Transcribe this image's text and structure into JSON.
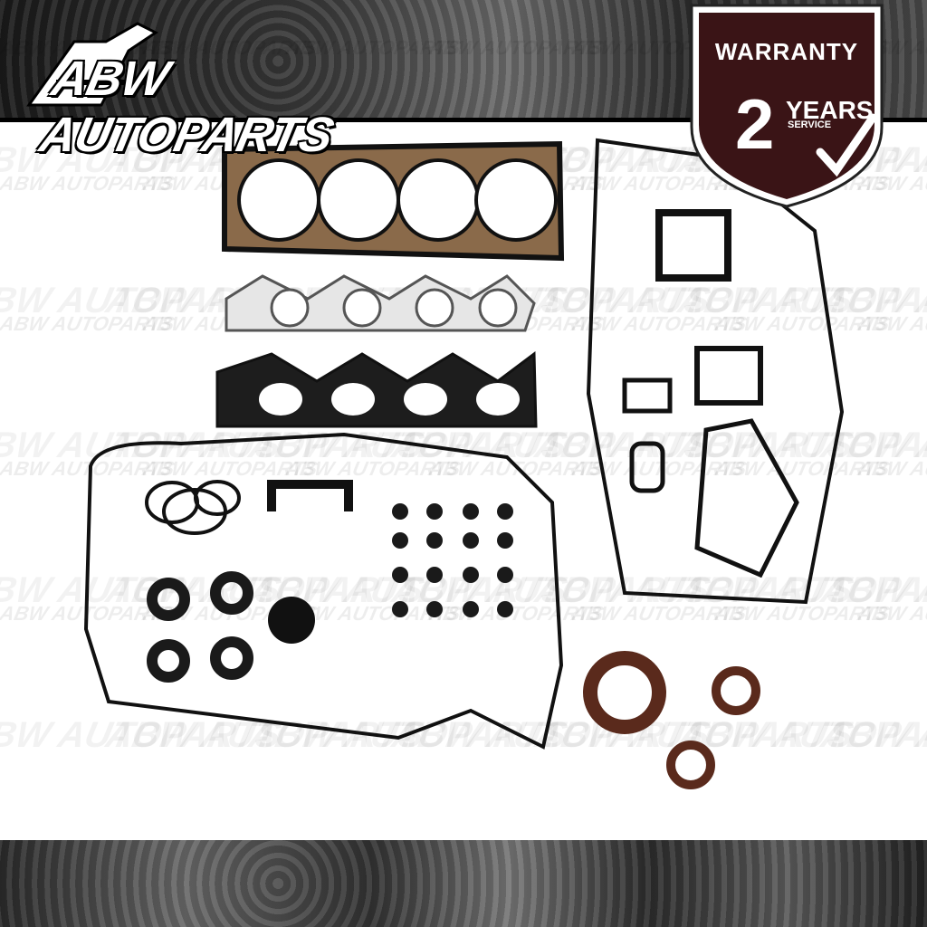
{
  "brand": {
    "name": "ABW AUTOPARTS",
    "watermark_text": "ABW AUTOPARTS"
  },
  "warranty": {
    "title": "WARRANTY",
    "number": "2",
    "unit": "YEARS",
    "service": "SERVICE"
  },
  "colors": {
    "badge_fill": "#3a1416",
    "gasket_black": "#111111",
    "seal_brown": "#5a2a1c",
    "head_gasket_brown": "#8a6a4a"
  }
}
